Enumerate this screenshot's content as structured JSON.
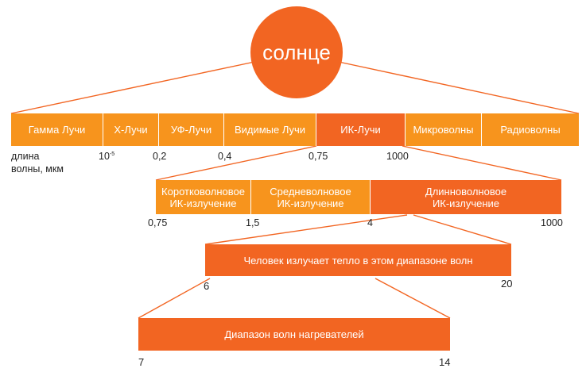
{
  "sun": {
    "label": "солнце"
  },
  "spectrum": {
    "segments": [
      "Гамма Лучи",
      "X-Лучи",
      "УФ-Лучи",
      "Видимые Лучи",
      "ИК-Лучи",
      "Микроволны",
      "Радиоволны"
    ],
    "axis_label_line1": "длина",
    "axis_label_line2": "волны, мкм",
    "ticks": [
      "0,2",
      "0,4",
      "0,75",
      "1000"
    ],
    "tick_10_base": "10",
    "tick_10_exp": "-5"
  },
  "ir": {
    "segments": [
      {
        "line1": "Коротковолновое",
        "line2": "ИК-излучение"
      },
      {
        "line1": "Средневолновое",
        "line2": "ИК-излучение"
      },
      {
        "line1": "Длинноволновое",
        "line2": "ИК-излучение"
      }
    ],
    "ticks": [
      "0,75",
      "1,5",
      "4",
      "1000"
    ]
  },
  "human": {
    "label": "Человек излучает тепло в этом диапазоне волн",
    "ticks": [
      "6",
      "20"
    ]
  },
  "heaters": {
    "label": "Диапазон волн нагревателей",
    "ticks": [
      "7",
      "14"
    ]
  },
  "colors": {
    "primary_orange": "#f26522",
    "light_orange": "#f7941d"
  }
}
